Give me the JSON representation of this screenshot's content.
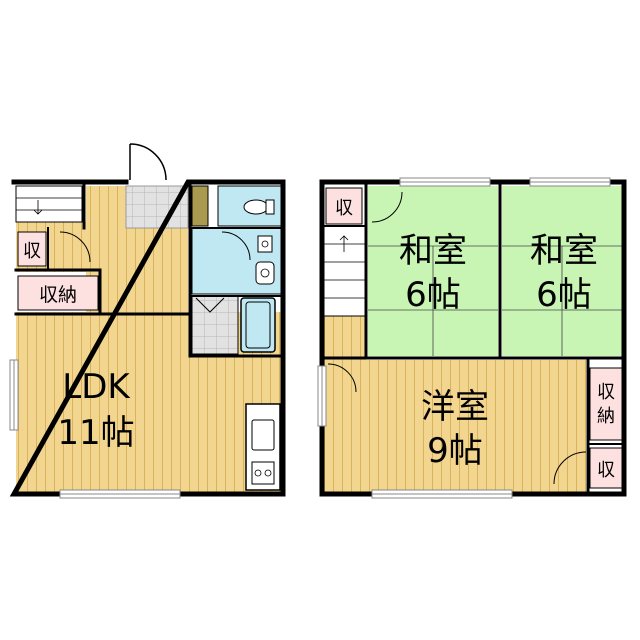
{
  "floor1": {
    "ldk_name": "LDK",
    "ldk_size": "11帖",
    "storage_small": "収",
    "storage": "収納"
  },
  "floor2": {
    "washitsu_left_name": "和室",
    "washitsu_left_size": "6帖",
    "washitsu_right_name": "和室",
    "washitsu_right_size": "6帖",
    "youshitsu_name": "洋室",
    "youshitsu_size": "9帖",
    "storage_top": "収",
    "storage_right_top": "収",
    "storage_right_bottom": "納",
    "storage_right_small": "収"
  },
  "colors": {
    "wood": "#f2d58f",
    "wood_line": "#d9b25c",
    "tatami": "#c8f5b4",
    "water": "#bfe8f3",
    "storage": "#fde0e0",
    "wall": "#000000",
    "tile": "#d8d8d8"
  }
}
